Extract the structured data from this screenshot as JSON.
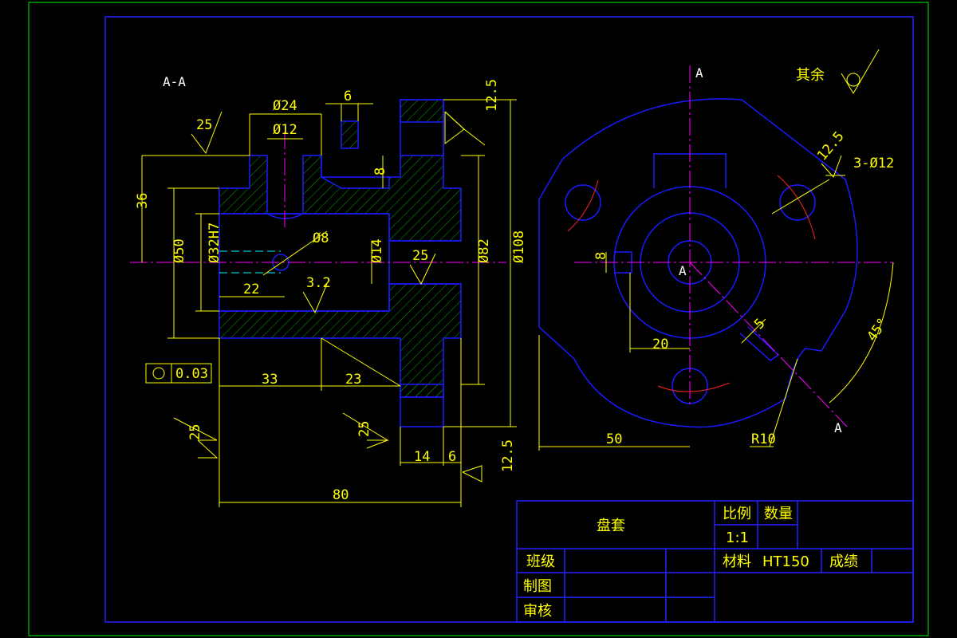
{
  "section_label": "A-A",
  "section_mark": "A",
  "center_label": "A",
  "rest_surface": "其余",
  "dimensions": {
    "d24": "Ø24",
    "d12": "Ø12",
    "w6": "6",
    "h36": "36",
    "h8": "8",
    "d8": "Ø8",
    "d50": "Ø50",
    "d32": "Ø32H7",
    "d14": "Ø14",
    "d82": "Ø82",
    "d108": "Ø108",
    "l22": "22",
    "l33": "33",
    "l23": "23",
    "l80": "80",
    "l14": "14",
    "l6b": "6",
    "l50": "50",
    "l20": "20",
    "r10": "R10",
    "ang45": "45°",
    "holes": "3-Ø12",
    "k8": "8",
    "k5": "5"
  },
  "roughness": {
    "r25a": "25",
    "r12_5a": "12.5",
    "r3_2": "3.2",
    "r25b": "25",
    "r25c": "25",
    "r25d": "25",
    "r12_5b": "12.5",
    "r12_5c": "12.5"
  },
  "tolerance": {
    "value": "0.03"
  },
  "title_block": {
    "part_name": "盘套",
    "scale_label": "比例",
    "scale_value": "1:1",
    "qty_label": "数量",
    "material_label": "材料",
    "material_value": "HT150",
    "grade_label": "成绩",
    "class_label": "班级",
    "drawn_label": "制图",
    "check_label": "审核"
  },
  "colors": {
    "outline": "#0000ff",
    "dimension": "#ffff00",
    "hatch": "#00aa00",
    "center": "#ff00ff",
    "border": "#00ff00",
    "label": "#ffffff"
  }
}
